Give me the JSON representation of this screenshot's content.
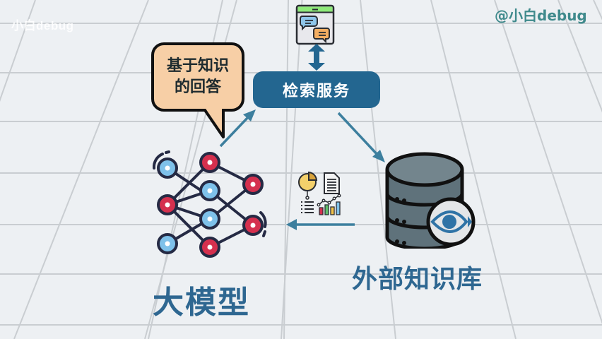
{
  "watermark": {
    "faint": "小白debug",
    "brand": "@小白debug"
  },
  "diagram": {
    "title": "RAG retrieval flow",
    "nodes": {
      "chat_window": {
        "icon": "chat-window-icon"
      },
      "retrieval_service": {
        "label": "检索服务"
      },
      "speech_bubble": {
        "line1": "基于知识",
        "line2": "的回答"
      },
      "llm": {
        "label": "大模型",
        "icon": "neural-network-icon"
      },
      "knowledge_base": {
        "label": "外部知识库",
        "icon": "database-eye-icon"
      },
      "documents": {
        "icon": "documents-charts-icon"
      }
    },
    "edges": [
      {
        "from": "chat_window",
        "to": "retrieval_service",
        "type": "bidirectional"
      },
      {
        "from": "llm",
        "to": "retrieval_service",
        "type": "arrow"
      },
      {
        "from": "retrieval_service",
        "to": "knowledge_base",
        "type": "arrow"
      },
      {
        "from": "knowledge_base",
        "to": "llm",
        "type": "arrow",
        "via": "documents"
      }
    ]
  },
  "colors": {
    "background": "#edf0f3",
    "grid": "#c9cdd1",
    "primary_blue": "#236690",
    "label_blue": "#2e6791",
    "arrow_teal": "#3d7f9e",
    "bubble_fill": "#f7cfa6",
    "node_red": "#d5304e",
    "node_blue": "#7ec1ea",
    "node_outline": "#252a44",
    "watermark": "#3f8a8c",
    "db_gray": "#6f8088"
  }
}
